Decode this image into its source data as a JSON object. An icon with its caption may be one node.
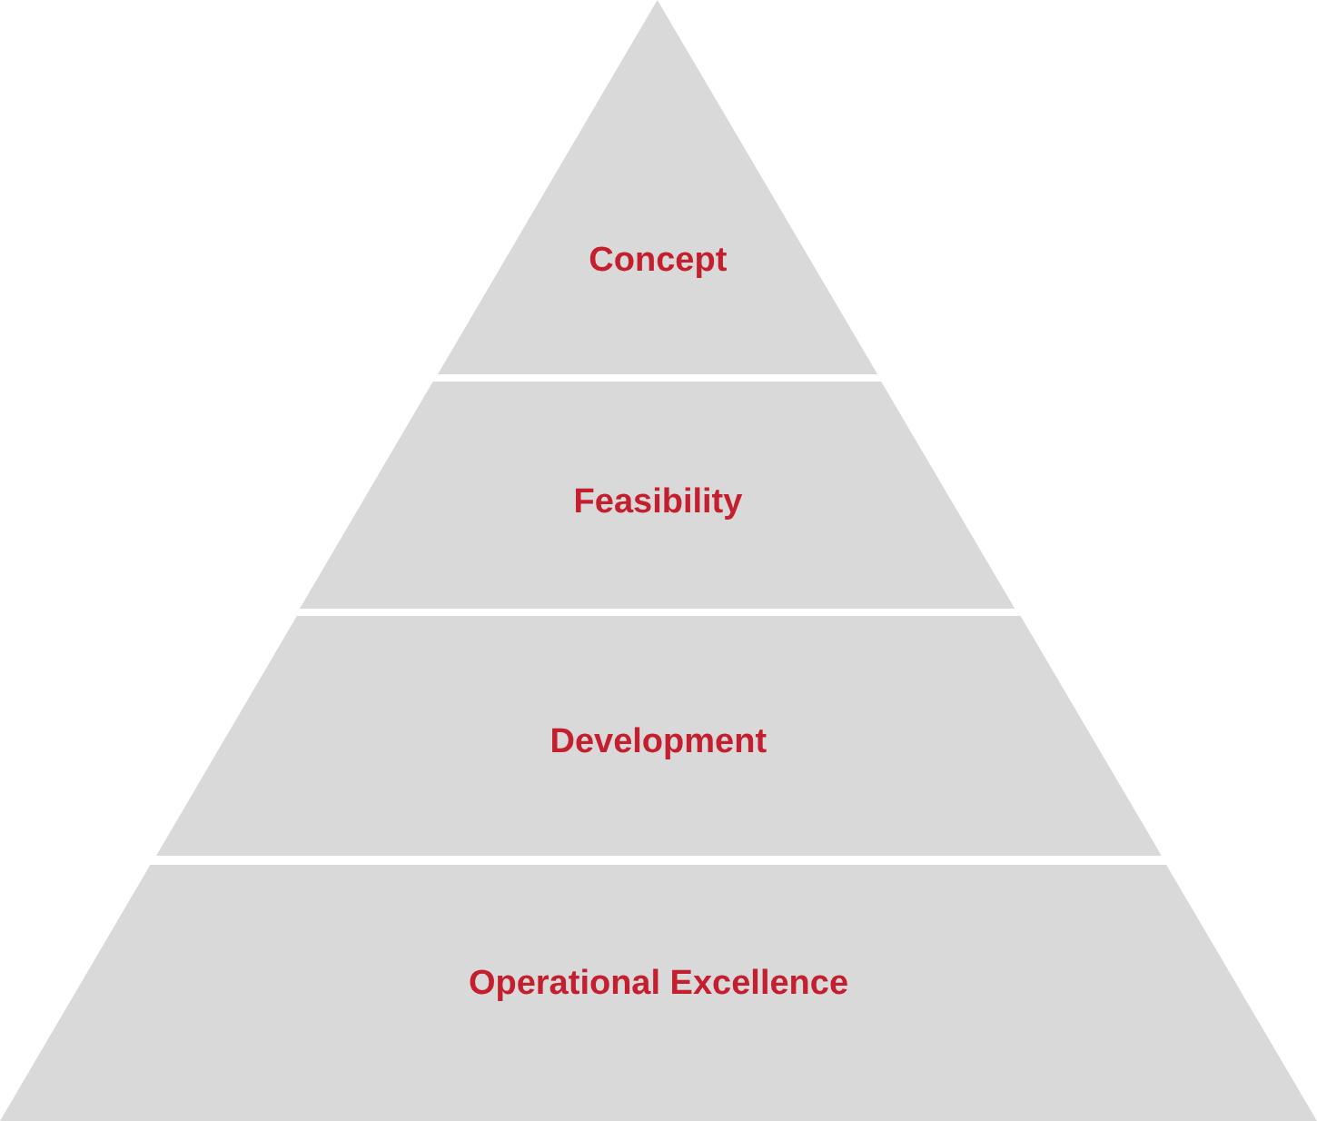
{
  "diagram": {
    "nodes": [
      {
        "text": [
          "Concept"
        ]
      },
      {
        "text": [
          "Feasibility"
        ]
      },
      {
        "text": [
          "Development"
        ]
      },
      {
        "text": [
          "Operational Excellence"
        ]
      }
    ]
  }
}
